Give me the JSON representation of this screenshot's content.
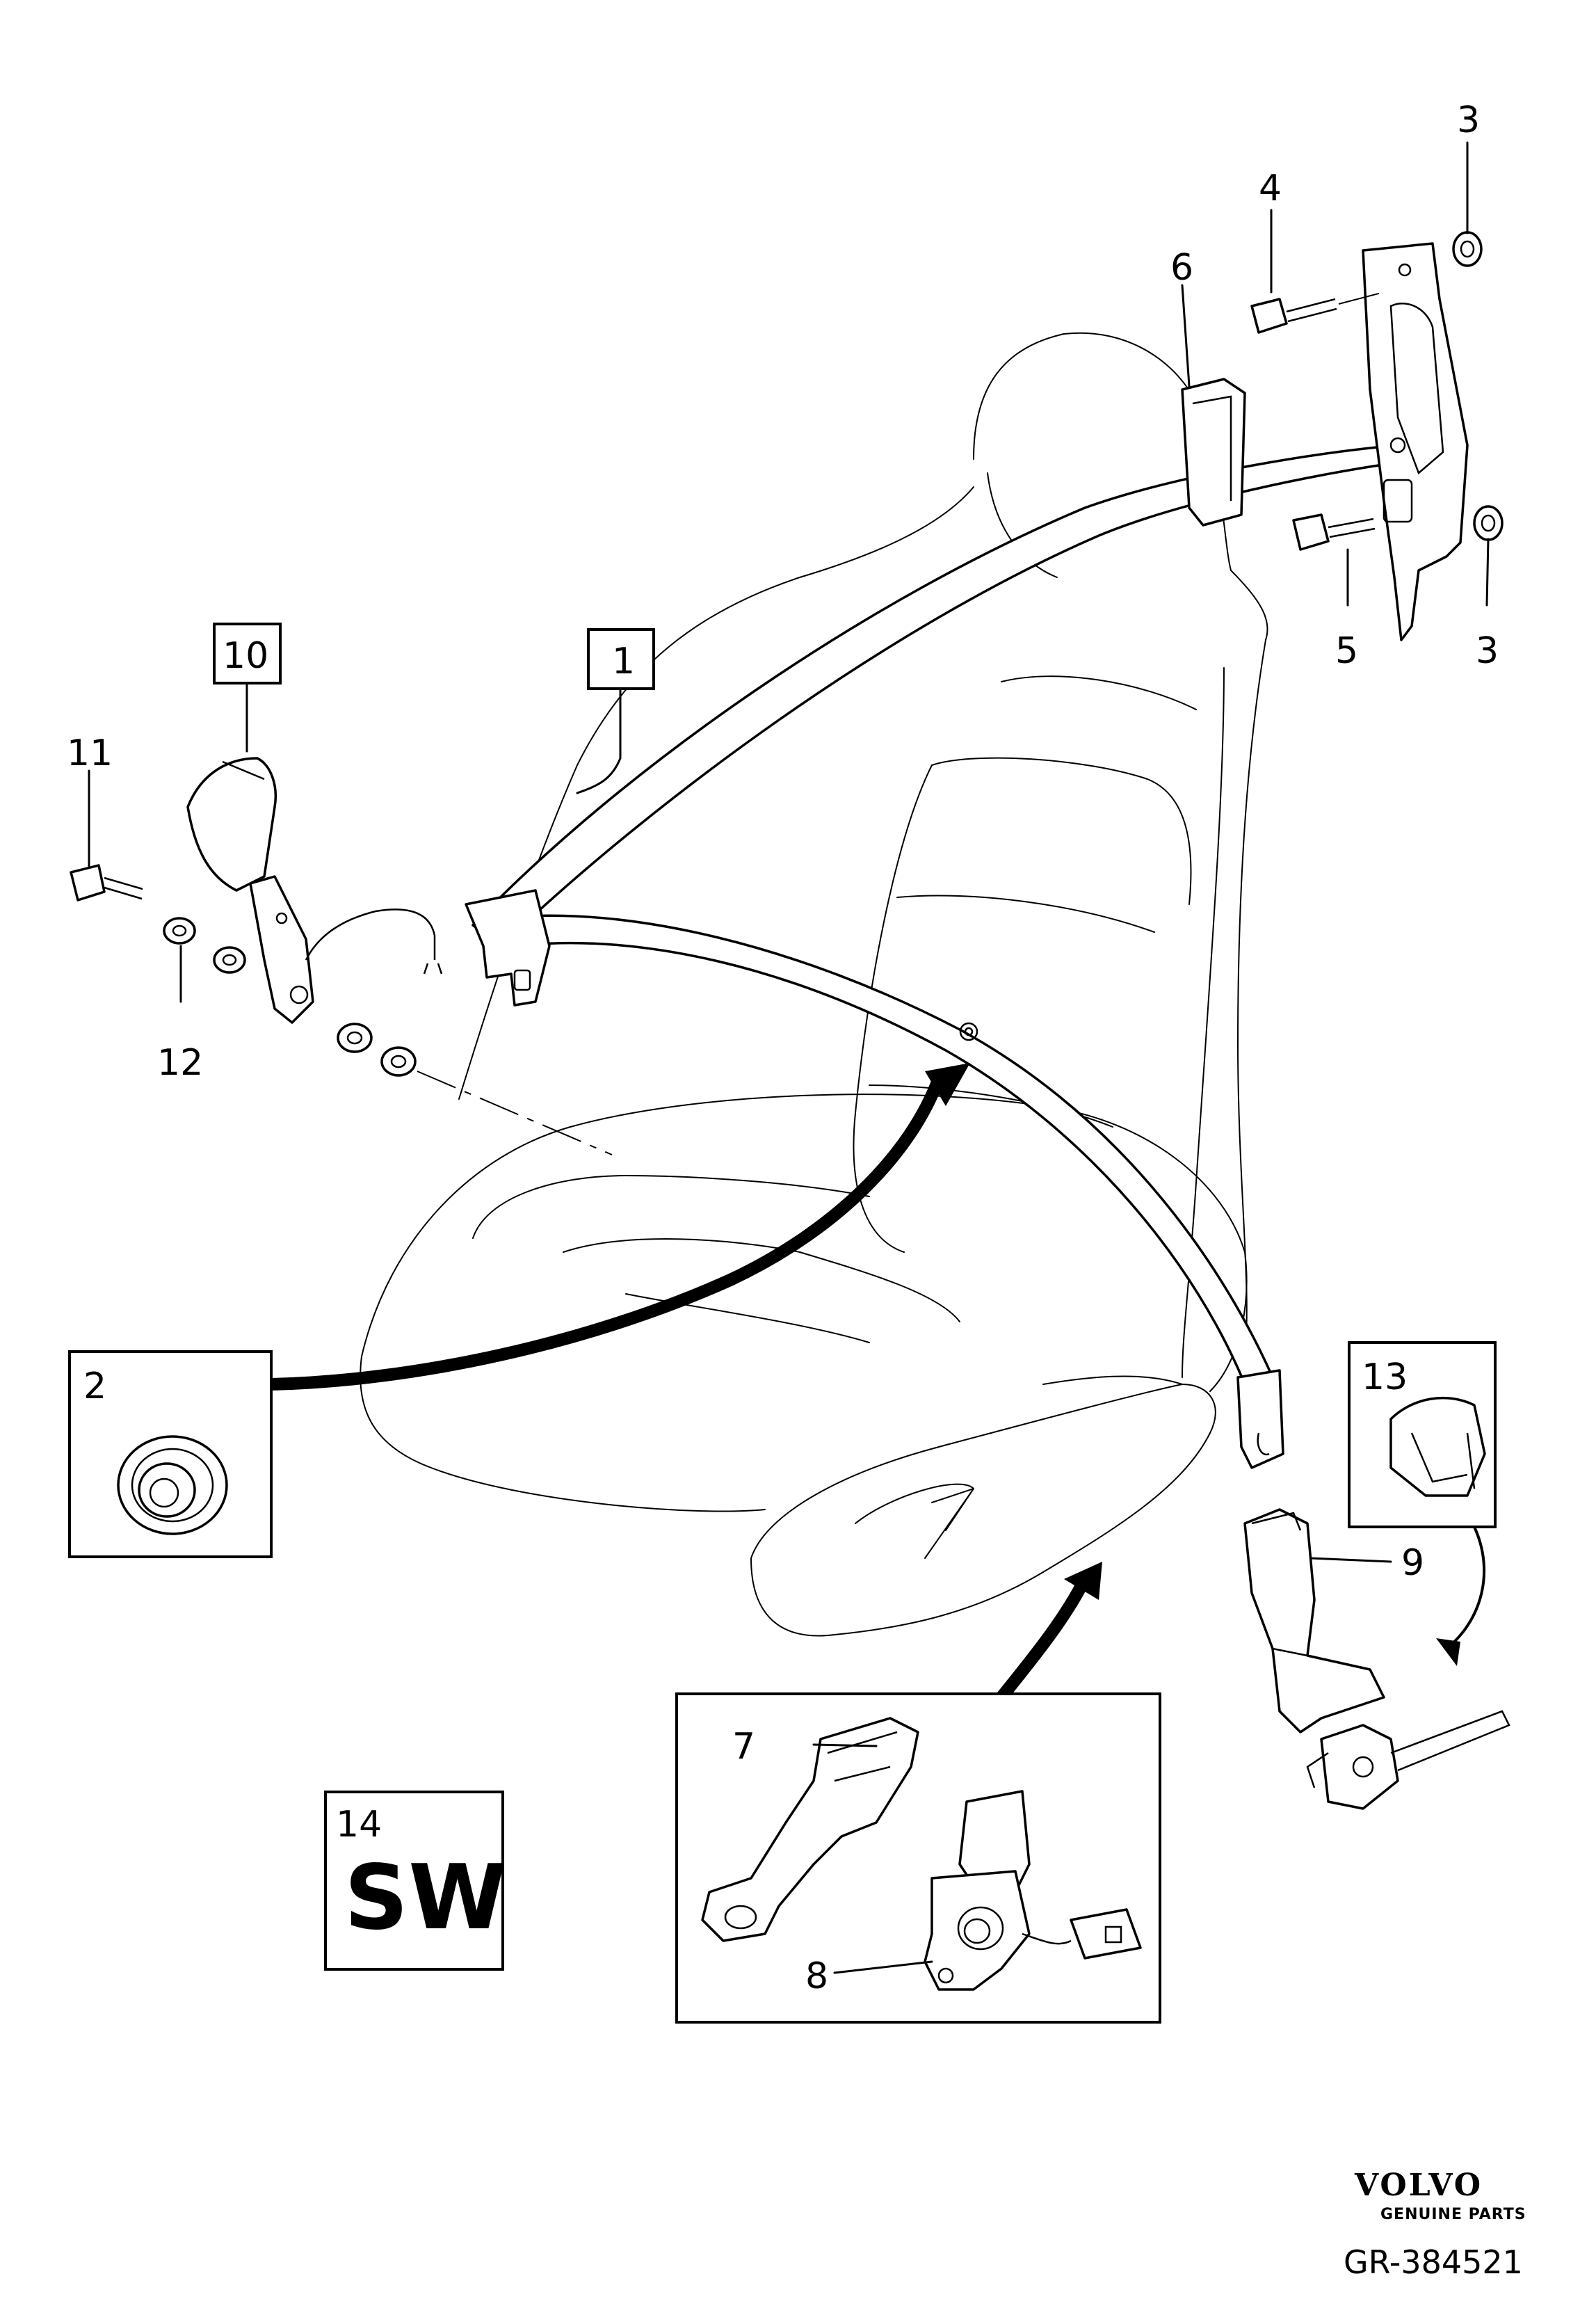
{
  "callouts": {
    "c1": "1",
    "c2": "2",
    "c3a": "3",
    "c3b": "3",
    "c4": "4",
    "c5": "5",
    "c6": "6",
    "c7": "7",
    "c8": "8",
    "c9": "9",
    "c10": "10",
    "c11": "11",
    "c12": "12",
    "c13": "13",
    "c14": "14"
  },
  "sw_label": "SW",
  "brand": {
    "logo_text": "VOLVO",
    "sub_text": "GENUINE PARTS"
  },
  "drawing_code": "GR-384521"
}
